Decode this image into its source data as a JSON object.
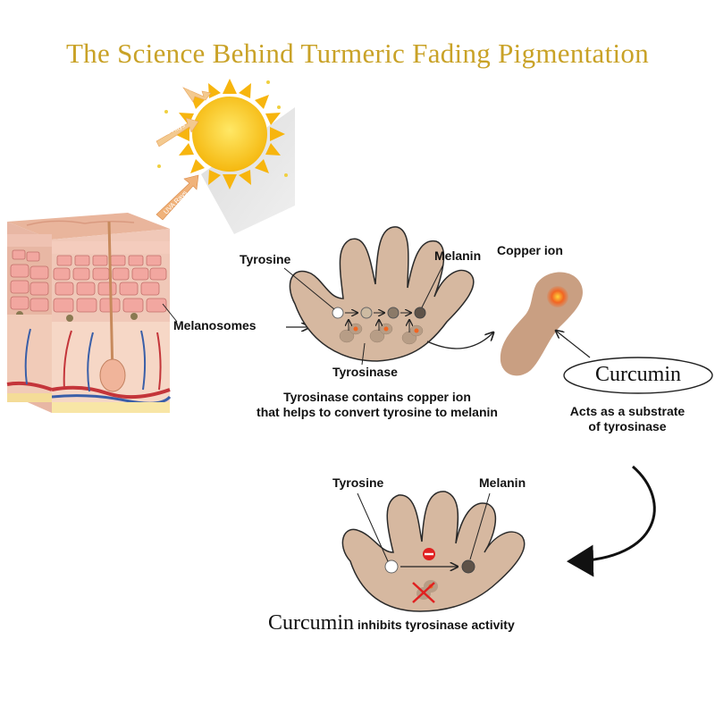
{
  "title": "The Science Behind Turmeric Fading Pigmentation",
  "sun": {
    "ray_label_top": "UVC",
    "ray_label_mid": "UVB Rays",
    "ray_label_low": "UVA Rays"
  },
  "labels": {
    "melanosomes": "Melanosomes",
    "tyrosine_1": "Tyrosine",
    "melanin_1": "Melanin",
    "copper_ion": "Copper ion",
    "tyrosinase": "Tyrosinase",
    "caption_1_line1": "Tyrosinase contains copper ion",
    "caption_1_line2": "that helps to convert tyrosine to melanin",
    "curcumin_oval": "Curcumin",
    "caption_2_line1": "Acts as a substrate",
    "caption_2_line2": "of tyrosinase",
    "tyrosine_2": "Tyrosine",
    "melanin_2": "Melanin",
    "curcumin_bottom": "Curcumin",
    "inhibits_text": "inhibits tyrosinase activity"
  },
  "colors": {
    "title": "#c9a227",
    "cell": "#d5b59d",
    "cell_outline": "#2a2a2a",
    "copper_glow": "#f26522",
    "sun": "#f7c21b",
    "inhibit_red": "#e02020"
  }
}
